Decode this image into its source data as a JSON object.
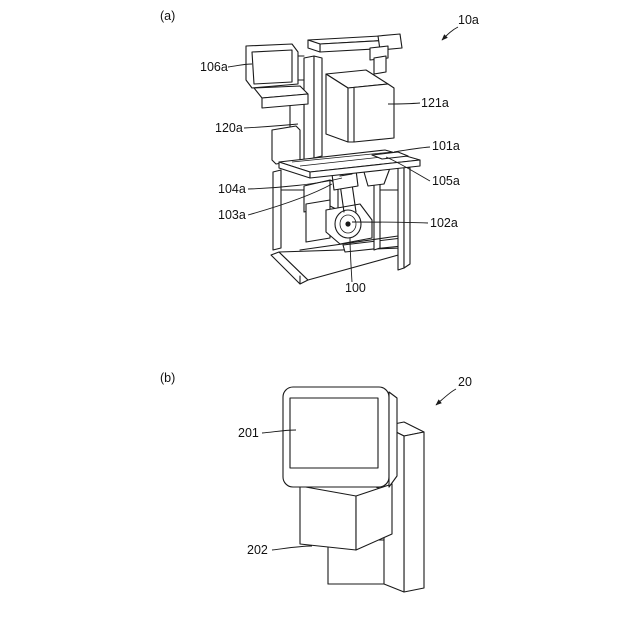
{
  "figure_a": {
    "panel_label": "(a)",
    "device_label": "10a",
    "parts": {
      "monitor": "106a",
      "upper_unit": "121a",
      "column": "120a",
      "table": "101a",
      "table_slot": "105a",
      "holder": "104a",
      "arm": "103a",
      "wheel": "102a",
      "base": "100"
    }
  },
  "figure_b": {
    "panel_label": "(b)",
    "device_label": "20",
    "parts": {
      "display": "201",
      "housing": "202"
    }
  }
}
